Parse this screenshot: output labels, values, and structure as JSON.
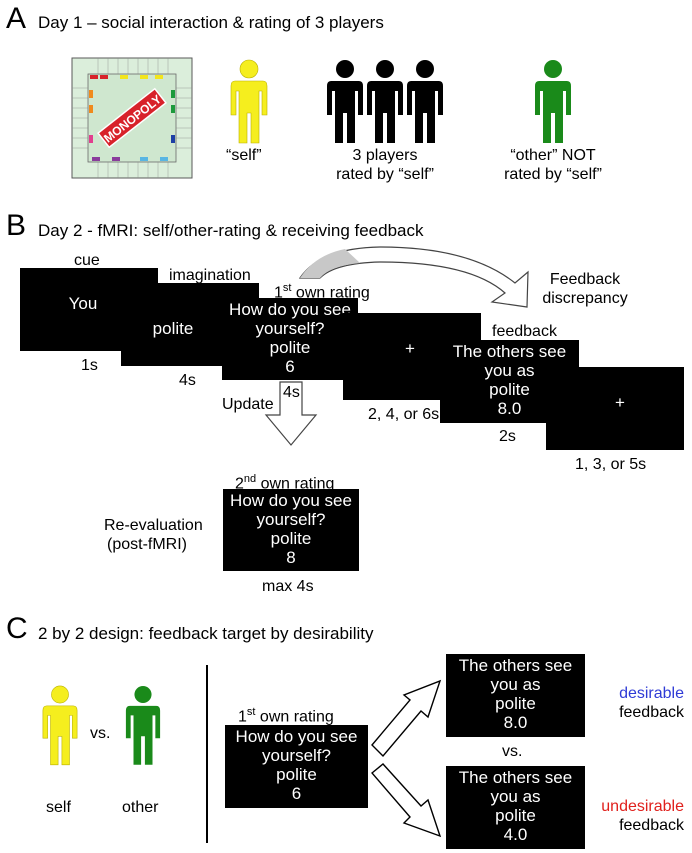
{
  "panel_a": {
    "letter": "A",
    "title": "Day 1 – social interaction & rating of 3 players",
    "board_name": "MONOPOLY",
    "self_label": "“self”",
    "players_label_1": "3 players",
    "players_label_2": "rated by “self”",
    "other_label_1": "“other” NOT",
    "other_label_2": "rated by “self”"
  },
  "panel_b": {
    "letter": "B",
    "title": "Day 2 - fMRI: self/other-rating & receiving feedback",
    "cue_label": "cue",
    "cue_text": "You",
    "cue_time": "1s",
    "imagination_label": "imagination",
    "imagination_text": "polite",
    "imagination_time": "4s",
    "first_rating_prefix": "1",
    "first_rating_sup": "st",
    "first_rating_suffix": " own rating",
    "rating_lines": [
      "How do you see",
      "yourself?",
      "polite",
      "6"
    ],
    "rating_time": "4s",
    "fixation_1": "+",
    "fixation_1_time": "2, 4, or 6s",
    "feedback_discrepancy_1": "Feedback",
    "feedback_discrepancy_2": "discrepancy",
    "feedback_label": "feedback",
    "feedback_lines": [
      "The others see",
      "you as",
      "polite",
      "8.0"
    ],
    "feedback_time": "2s",
    "fixation_2": "+",
    "fixation_2_time": "1, 3, or 5s",
    "update_label": "Update",
    "second_rating_prefix": "2",
    "second_rating_sup": "nd",
    "second_rating_suffix": " own rating",
    "reeval_label_1": "Re-evaluation",
    "reeval_label_2": "(post-fMRI)",
    "second_rating_lines": [
      "How do you see",
      "yourself?",
      "polite",
      "8"
    ],
    "second_rating_time": "max 4s"
  },
  "panel_c": {
    "letter": "C",
    "title": "2 by 2 design: feedback target by desirability",
    "self_label": "self",
    "vs_label": "vs.",
    "other_label": "other",
    "first_rating_prefix": "1",
    "first_rating_sup": "st",
    "first_rating_suffix": " own rating",
    "rating_lines": [
      "How do you see",
      "yourself?",
      "polite",
      "6"
    ],
    "feedback_high_lines": [
      "The others see",
      "you as",
      "polite",
      "8.0"
    ],
    "feedback_vs": "vs.",
    "feedback_low_lines": [
      "The others see",
      "you as",
      "polite",
      "4.0"
    ],
    "desirable_word": "desirable",
    "desirable_feedback": "feedback",
    "undesirable_word": "undesirable",
    "undesirable_feedback": "feedback"
  },
  "colors": {
    "self_figure": "#f5ee1e",
    "other_figure": "#1a8a1a",
    "player_figure": "#000000",
    "desirable_text": "#2f3bd6",
    "undesirable_text": "#e0201c",
    "board_green": "#cfe7cf",
    "board_logo_red": "#d8222a"
  }
}
